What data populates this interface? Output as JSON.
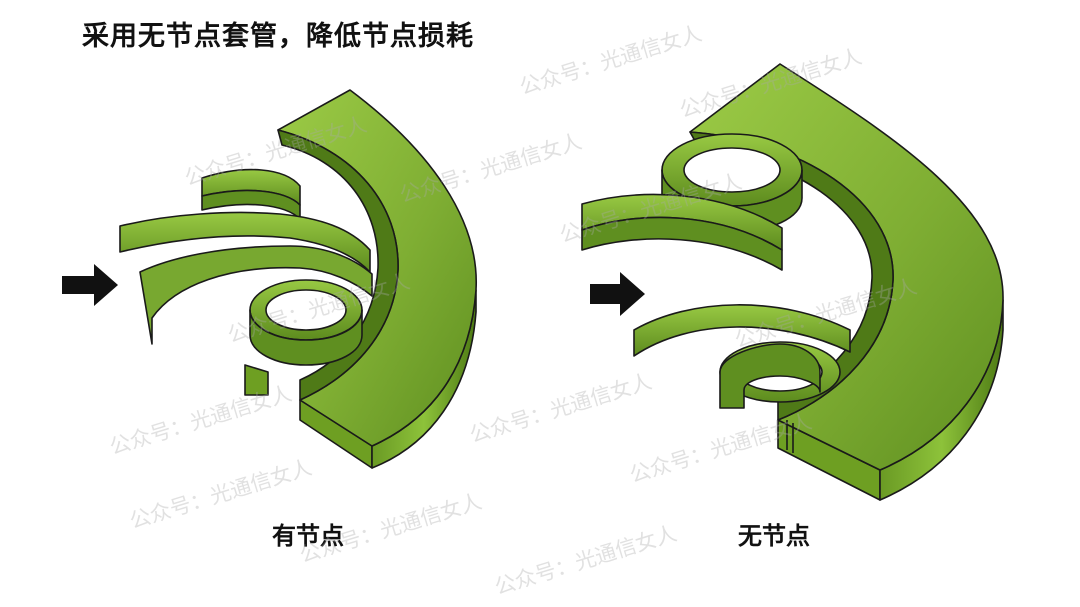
{
  "title": "采用无节点套管，降低节点损耗",
  "captions": {
    "left": "有节点",
    "right": "无节点"
  },
  "watermark": "公众号：光通信女人",
  "colors": {
    "tube_face": "#76a32f",
    "tube_top": "#8cbf3a",
    "tube_side": "#4f7a17",
    "tube_highlight": "#a6d453",
    "outline": "#1a1a1a",
    "arrow": "#111111"
  },
  "icons": {
    "arrow": "right-arrow-icon"
  }
}
